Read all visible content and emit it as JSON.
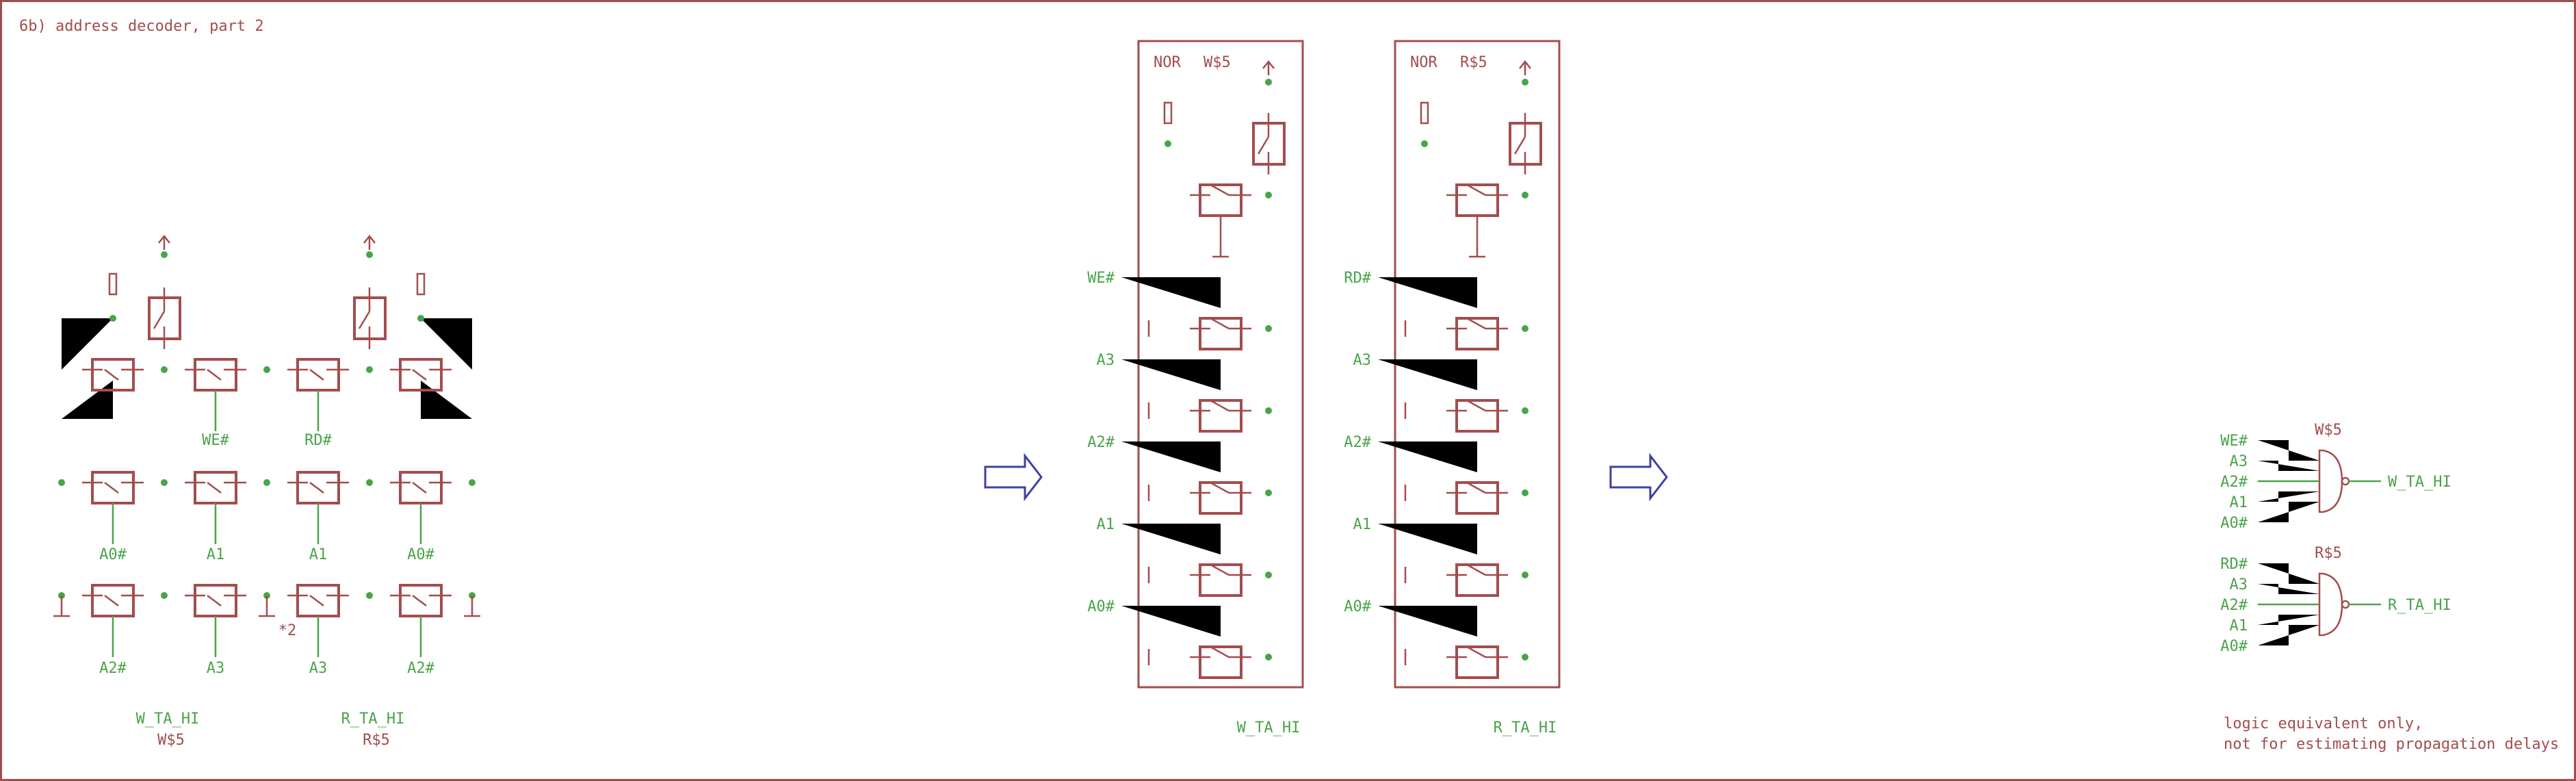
{
  "title": "6b) address decoder, part 2",
  "colors": {
    "symbol": "#a34d4d",
    "net": "#4aa34a",
    "arrow": "#4040a0",
    "background": "#ffffff"
  },
  "left_grid": {
    "row1_labels": [
      "WE#",
      "RD#"
    ],
    "row2_labels": [
      "A0#",
      "A1",
      "A1",
      "A0#"
    ],
    "row3_labels": [
      "A2#",
      "A3",
      "A3",
      "A2#"
    ],
    "multiplier_note": "*2",
    "outputs": [
      {
        "net": "W_TA_HI",
        "part": "W$5"
      },
      {
        "net": "R_TA_HI",
        "part": "R$5"
      }
    ]
  },
  "nor_blocks": [
    {
      "type": "NOR",
      "part": "W$5",
      "inputs": [
        "WE#",
        "A3",
        "A2#",
        "A1",
        "A0#"
      ],
      "output": "W_TA_HI"
    },
    {
      "type": "NOR",
      "part": "R$5",
      "inputs": [
        "RD#",
        "A3",
        "A2#",
        "A1",
        "A0#"
      ],
      "output": "R_TA_HI"
    }
  ],
  "gates": [
    {
      "part": "W$5",
      "inputs": [
        "WE#",
        "A3",
        "A2#",
        "A1",
        "A0#"
      ],
      "output": "W_TA_HI"
    },
    {
      "part": "R$5",
      "inputs": [
        "RD#",
        "A3",
        "A2#",
        "A1",
        "A0#"
      ],
      "output": "R_TA_HI"
    }
  ],
  "note": {
    "line1": "logic equivalent only,",
    "line2": "not for estimating propagation delays"
  },
  "icons": {
    "arrow1": "right-arrow-icon",
    "arrow2": "right-arrow-icon",
    "vcc": "vcc-icon",
    "ground": "ground-icon"
  }
}
